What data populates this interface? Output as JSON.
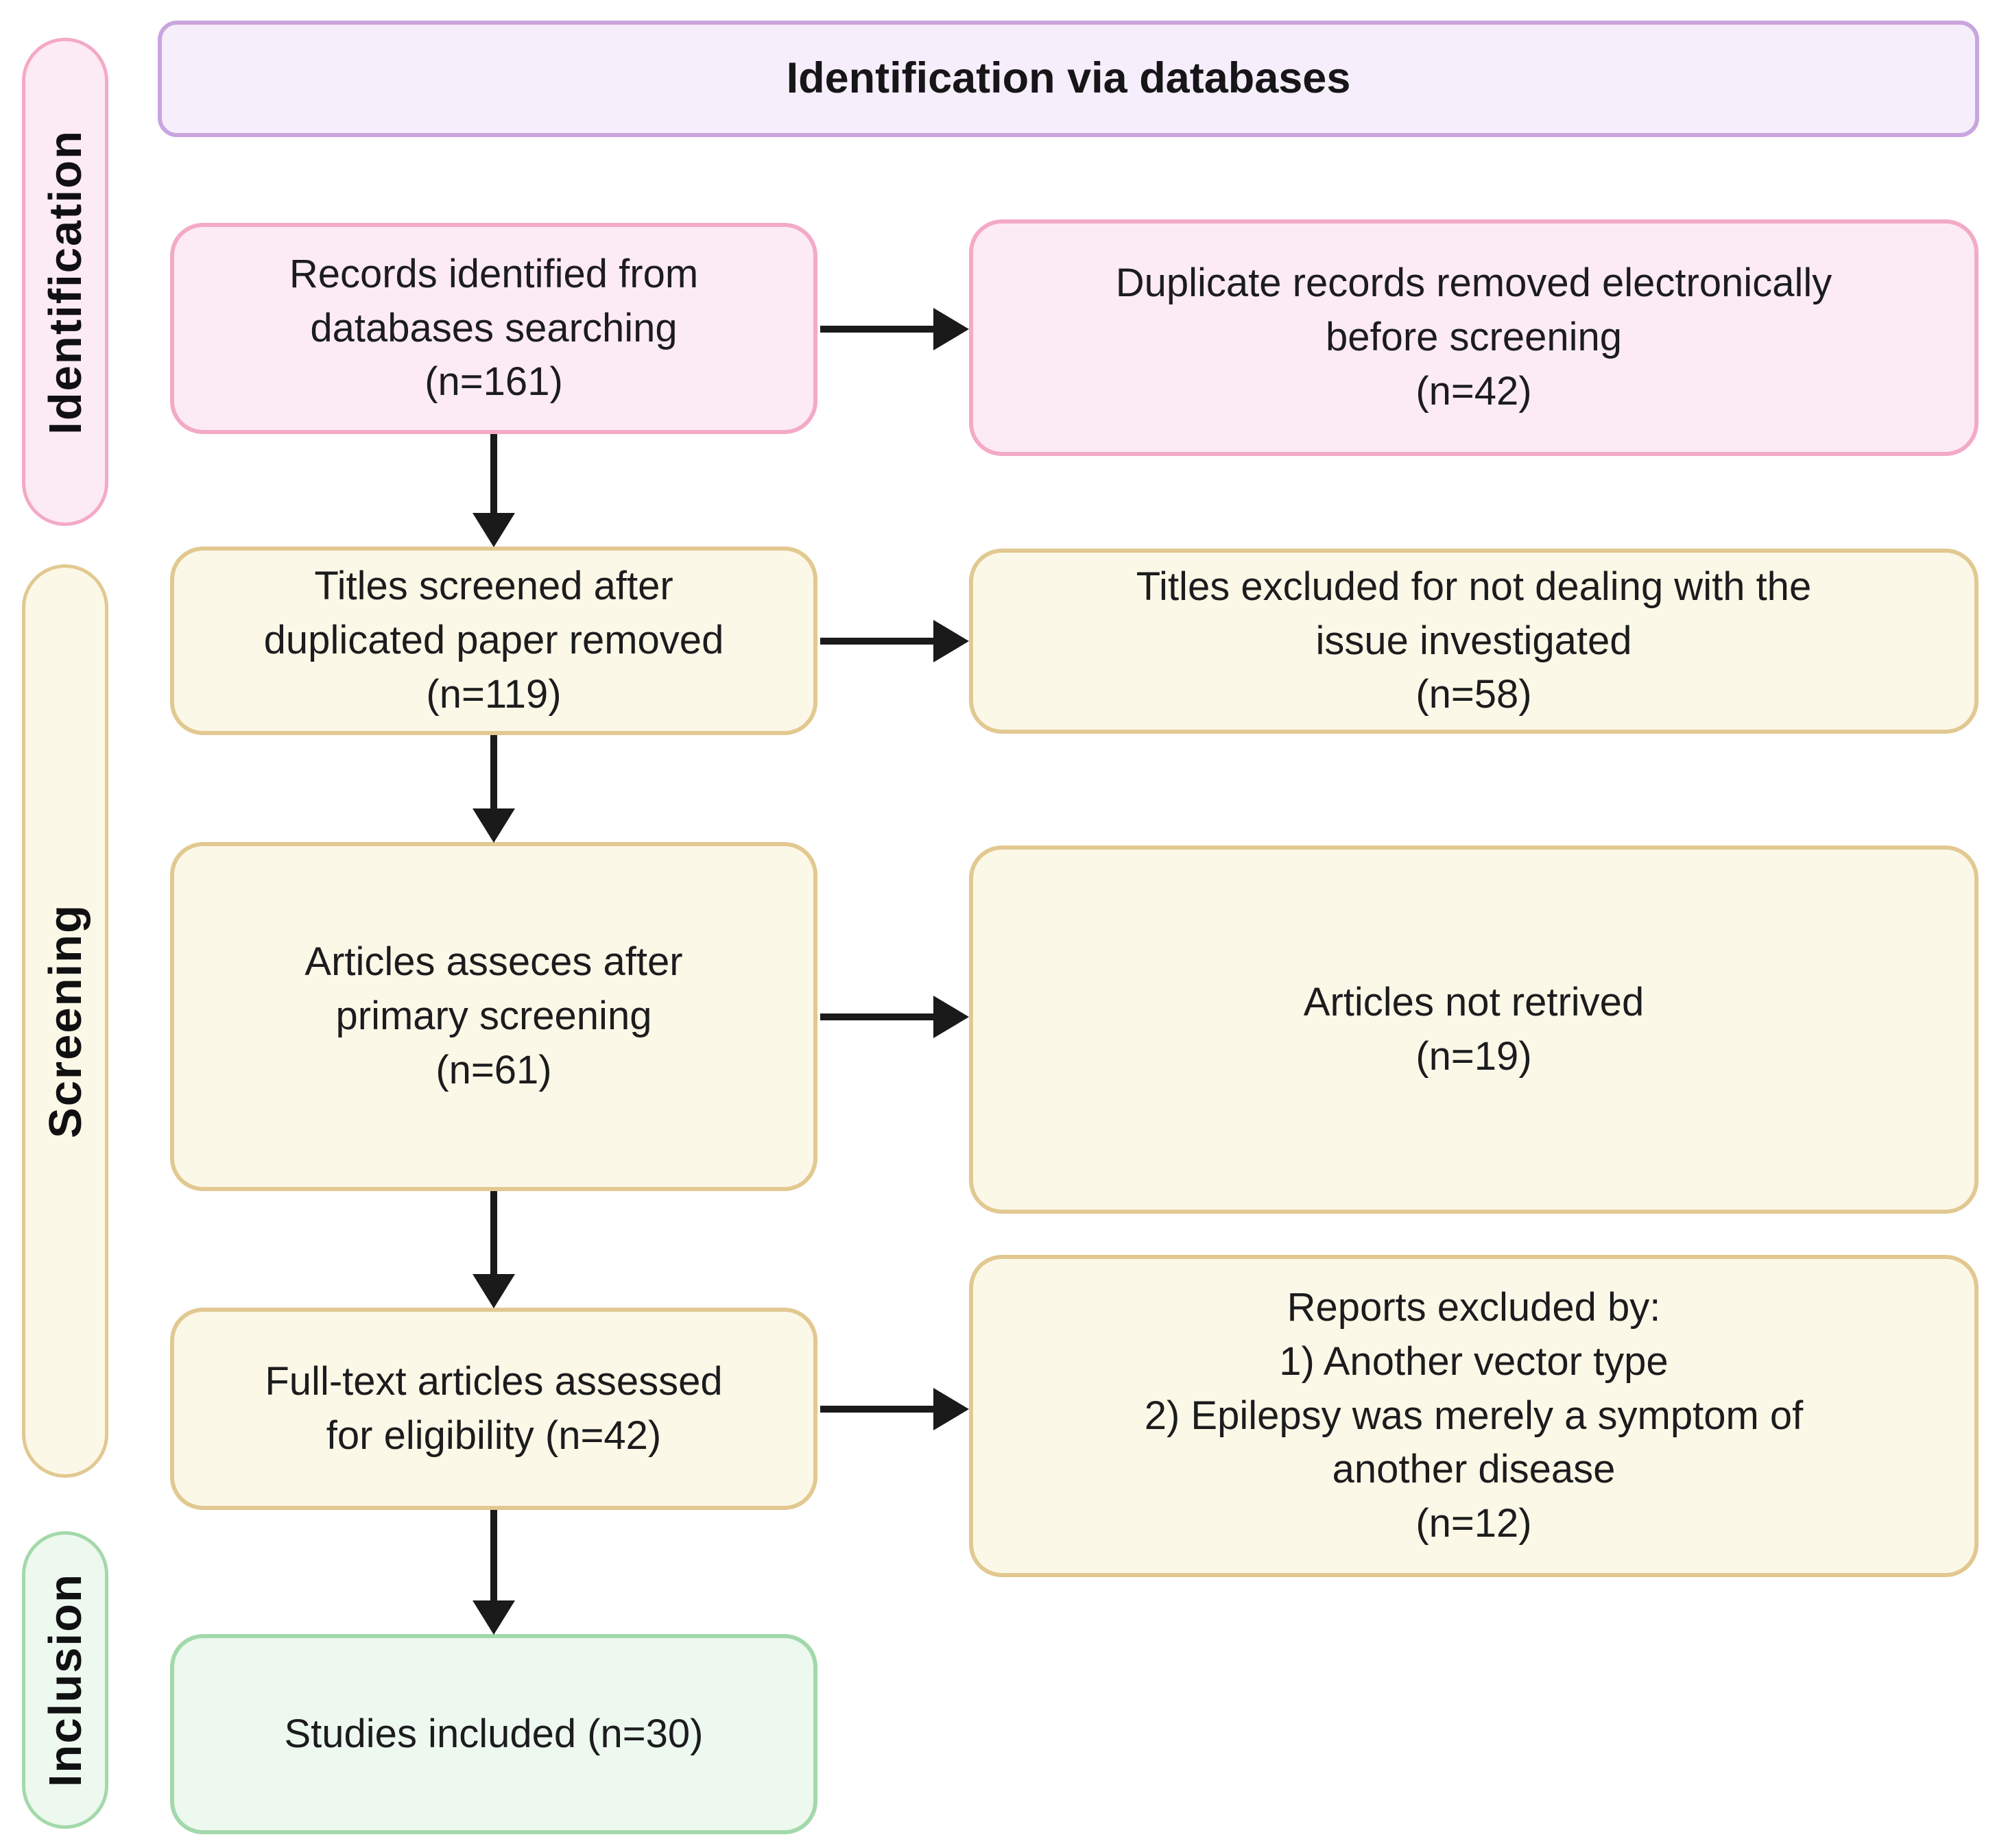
{
  "header": {
    "title": "Identification via databases"
  },
  "sidebar": {
    "items": [
      {
        "label": "Identification"
      },
      {
        "label": "Screening"
      },
      {
        "label": "Inclusion"
      }
    ]
  },
  "flow": {
    "main": [
      {
        "name": "records-identified",
        "n": 161,
        "lines": [
          "Records identified from",
          "databases searching",
          "(n=161)"
        ]
      },
      {
        "name": "titles-screened",
        "n": 119,
        "lines": [
          "Titles screened after",
          "duplicated paper removed",
          "(n=119)"
        ]
      },
      {
        "name": "articles-accessed-primary-screening",
        "n": 61,
        "lines": [
          "Articles asseces after",
          "primary screening",
          "(n=61)"
        ]
      },
      {
        "name": "fulltext-assessed-eligibility",
        "n": 42,
        "lines": [
          "Full-text articles assessed",
          "for eligibility (n=42)"
        ]
      },
      {
        "name": "studies-included",
        "n": 30,
        "lines": [
          "Studies included (n=30)"
        ]
      }
    ],
    "excluded": [
      {
        "name": "duplicates-removed",
        "n": 42,
        "lines": [
          "Duplicate records removed electronically",
          "before screening",
          "(n=42)"
        ]
      },
      {
        "name": "titles-excluded",
        "n": 58,
        "lines": [
          "Titles excluded for not dealing with the",
          "issue investigated",
          "(n=58)"
        ]
      },
      {
        "name": "articles-not-retrieved",
        "n": 19,
        "lines": [
          "Articles not retrived",
          "(n=19)"
        ]
      },
      {
        "name": "reports-excluded",
        "n": 12,
        "lines": [
          "Reports excluded by:",
          "1) Another vector type",
          "2) Epilepsy was merely a symptom of",
          "another disease",
          "(n=12)"
        ]
      }
    ]
  },
  "colors": {
    "pink_fill": "#fdebf3",
    "pink_border": "#f3aac6",
    "cream_fill": "#fcf8e7",
    "cream_border": "#e2c891",
    "green_fill": "#edf8ef",
    "green_border": "#a3d9aa",
    "lavender_fill": "#f6eefa",
    "lavender_border": "#c9a5de",
    "arrow": "#1a1a1a",
    "text": "#1c1c1e"
  }
}
